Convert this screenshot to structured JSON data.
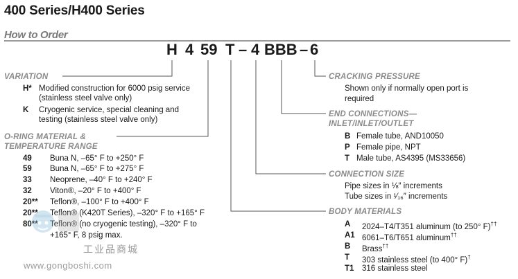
{
  "title": "400 Series/H400 Series",
  "section": "How to Order",
  "code": [
    "H",
    "4",
    "59",
    "T",
    "–",
    "4",
    "BBB",
    "–",
    "6"
  ],
  "variation": {
    "heading": "VARIATION",
    "items": [
      {
        "key": "H*",
        "lines": [
          "Modified construction for 6000 psig service",
          "(stainless steel valve only)"
        ]
      },
      {
        "key": "K",
        "lines": [
          "Cryogenic service, special cleaning and",
          "testing (stainless steel valve only)"
        ]
      }
    ]
  },
  "oring": {
    "heading1": "O-RING MATERIAL &",
    "heading2": "TEMPERATURE RANGE",
    "items": [
      {
        "key": "49",
        "text": "Buna N, –65° F to +250° F"
      },
      {
        "key": "59",
        "text": "Buna N, –65° F to +275° F"
      },
      {
        "key": "33",
        "text": "Neoprene, –40° F to +240° F"
      },
      {
        "key": "32",
        "text": "Viton®, –20° F to +400° F"
      },
      {
        "key": "20**",
        "text": "Teflon®, –100° F to +400° F"
      },
      {
        "key": "20**",
        "text": "Teflon® (K420T Series), –320° F to +165° F"
      },
      {
        "key": "80**",
        "text": "Teflon® (no cryogenic testing), –320° F to"
      },
      {
        "key": "",
        "text": "+165° F, 8 psig max."
      }
    ]
  },
  "cracking": {
    "heading": "CRACKING PRESSURE",
    "lines": [
      "Shown only if normally open port is",
      "required"
    ]
  },
  "end_connections": {
    "heading1": "END CONNECTIONS—",
    "heading2": "INLET/INLET/OUTLET",
    "items": [
      {
        "key": "B",
        "text": "Female tube, AND10050"
      },
      {
        "key": "P",
        "text": "Female pipe, NPT"
      },
      {
        "key": "T",
        "text": "Male tube, AS4395 (MS33656)"
      }
    ]
  },
  "connection_size": {
    "heading": "CONNECTION SIZE",
    "lines": [
      "Pipe sizes in ⅛″ increments",
      "Tube sizes in ¹⁄₁₆″ increments"
    ]
  },
  "body_materials": {
    "heading": "BODY MATERIALS",
    "items": [
      {
        "key": "A",
        "text": "2024–T4/T351 aluminum (to 250° F)",
        "sup": "††"
      },
      {
        "key": "A1",
        "text": "6061–T6/T651 aluminum",
        "sup": "††"
      },
      {
        "key": "B",
        "text": "Brass",
        "sup": "††"
      },
      {
        "key": "T",
        "text": "303 stainless steel (to 400° F)",
        "sup": "†"
      },
      {
        "key": "T1",
        "text": "316 stainless steel",
        "sup": ""
      }
    ]
  },
  "watermark": {
    "cn": "工业品商城",
    "url": "www.gongboshi.com"
  },
  "colors": {
    "heading": "#8a8a8a",
    "rule": "#9a9a9a",
    "text": "#1a1a1a"
  }
}
